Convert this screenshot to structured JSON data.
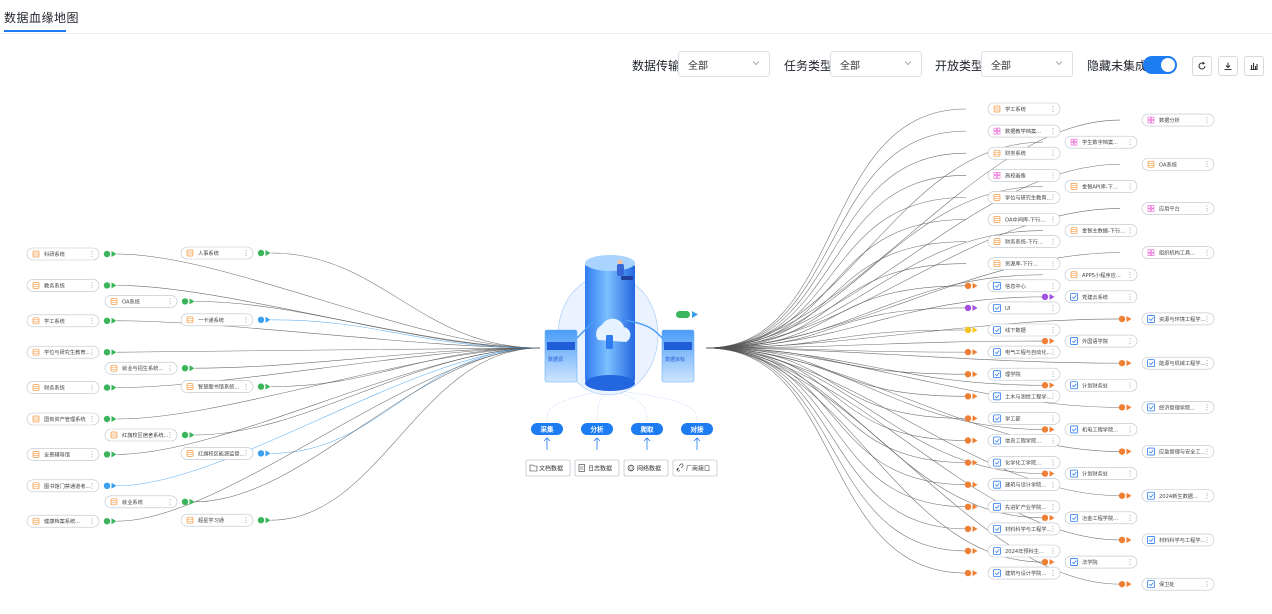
{
  "page": {
    "tab_title": "数据血缘地图"
  },
  "filters": {
    "transfer_label": "数据传输",
    "transfer_value": "全部",
    "task_label": "任务类型",
    "task_value": "全部",
    "open_label": "开放类型",
    "open_value": "全部",
    "hide_label": "隐藏未集成",
    "hide_enabled": true
  },
  "colors": {
    "accent": "#1e7cf2",
    "green": "#3bb55b",
    "orange": "#f07f36",
    "purple": "#a34fe0",
    "yellow": "#f5c31b",
    "blue": "#3aa0f0",
    "node_orange": "#f39a43",
    "node_pink": "#e85ed1",
    "node_blue": "#2e7ef0"
  },
  "center": {
    "left_server_label": "数据源",
    "right_server_label": "数据目标",
    "actions": [
      "采集",
      "分析",
      "爬取",
      "对接"
    ],
    "sources": [
      {
        "label": "文档数据",
        "icon": "folder-icon"
      },
      {
        "label": "日志数据",
        "icon": "document-icon"
      },
      {
        "label": "网络数据",
        "icon": "globe-icon"
      },
      {
        "label": "厂商接口",
        "icon": "link-icon"
      }
    ]
  },
  "left_nodes": [
    {
      "label": "科研系统",
      "icon": "db",
      "badge": "green"
    },
    {
      "label": "人事系统",
      "icon": "db",
      "badge": "green"
    },
    {
      "label": "教务系统",
      "icon": "db",
      "badge": "green"
    },
    {
      "label": "OA系统",
      "icon": "db",
      "badge": "green"
    },
    {
      "label": "学工系统",
      "icon": "db",
      "badge": "green"
    },
    {
      "label": "一卡通系统",
      "icon": "db",
      "badge": "blue"
    },
    {
      "label": "学位与研究生教育...",
      "icon": "db",
      "badge": "green"
    },
    {
      "label": "就业与招生系统...",
      "icon": "db",
      "badge": "green"
    },
    {
      "label": "财务系统",
      "icon": "db",
      "badge": "green"
    },
    {
      "label": "智慧图书馆系统...",
      "icon": "db",
      "badge": "green"
    },
    {
      "label": "国有资产管理系统",
      "icon": "db",
      "badge": "green"
    },
    {
      "label": "红旗校区宿舍系统...",
      "icon": "db",
      "badge": "green"
    },
    {
      "label": "全景辅导馆",
      "icon": "db",
      "badge": "green"
    },
    {
      "label": "红旗校区能源监管...",
      "icon": "db",
      "badge": "blue"
    },
    {
      "label": "图书馆门禁通道考...",
      "icon": "db",
      "badge": "blue"
    },
    {
      "label": "就业系统",
      "icon": "db",
      "badge": "green"
    },
    {
      "label": "健康档案系统...",
      "icon": "db",
      "badge": "green"
    },
    {
      "label": "超星学习通",
      "icon": "db",
      "badge": "green"
    }
  ],
  "right_nodes": [
    {
      "label": "学工系统",
      "icon": "db",
      "badge": "none"
    },
    {
      "label": "数据分析",
      "icon": "grid",
      "badge": "none"
    },
    {
      "label": "数据教学档案...",
      "icon": "grid",
      "badge": "none"
    },
    {
      "label": "学生数字档案...",
      "icon": "grid",
      "badge": "none"
    },
    {
      "label": "财务系统",
      "icon": "db",
      "badge": "none"
    },
    {
      "label": "OA系统",
      "icon": "db",
      "badge": "none"
    },
    {
      "label": "高校画像",
      "icon": "grid",
      "badge": "none"
    },
    {
      "label": "金智API库-下...",
      "icon": "db",
      "badge": "none"
    },
    {
      "label": "学位与研究生教育...",
      "icon": "db",
      "badge": "none"
    },
    {
      "label": "应用平台",
      "icon": "grid",
      "badge": "none"
    },
    {
      "label": "OA中间库-下行...",
      "icon": "db",
      "badge": "none"
    },
    {
      "label": "金智主数据-下行...",
      "icon": "db",
      "badge": "none"
    },
    {
      "label": "财务系统-下行...",
      "icon": "db",
      "badge": "none"
    },
    {
      "label": "组织机构工具...",
      "icon": "grid",
      "badge": "none"
    },
    {
      "label": "资源库-下行...",
      "icon": "db",
      "badge": "none"
    },
    {
      "label": "APP5小程序应...",
      "icon": "db",
      "badge": "none"
    },
    {
      "label": "信息中心",
      "icon": "blue",
      "badge": "orange"
    },
    {
      "label": "党建云系统",
      "icon": "blue",
      "badge": "purple"
    },
    {
      "label": "UI",
      "icon": "blue",
      "badge": "purple"
    },
    {
      "label": "资源与环境工程学...",
      "icon": "blue",
      "badge": "orange"
    },
    {
      "label": "线下数据",
      "icon": "blue",
      "badge": "yellow"
    },
    {
      "label": "外国语学院",
      "icon": "blue",
      "badge": "orange"
    },
    {
      "label": "电气工程与自动化...",
      "icon": "blue",
      "badge": "orange"
    },
    {
      "label": "能源与机械工程学...",
      "icon": "blue",
      "badge": "orange"
    },
    {
      "label": "理学院",
      "icon": "blue",
      "badge": "orange"
    },
    {
      "label": "计划财务处",
      "icon": "blue",
      "badge": "orange"
    },
    {
      "label": "土木与测绘工程学...",
      "icon": "blue",
      "badge": "orange"
    },
    {
      "label": "经济管理学院...",
      "icon": "blue",
      "badge": "orange"
    },
    {
      "label": "学工部",
      "icon": "blue",
      "badge": "orange"
    },
    {
      "label": "机电工程学院...",
      "icon": "blue",
      "badge": "orange"
    },
    {
      "label": "信息工程学院...",
      "icon": "blue",
      "badge": "orange"
    },
    {
      "label": "应急管理与安全工...",
      "icon": "blue",
      "badge": "orange"
    },
    {
      "label": "化学化工学院...",
      "icon": "blue",
      "badge": "orange"
    },
    {
      "label": "计划财务处",
      "icon": "blue",
      "badge": "orange"
    },
    {
      "label": "建筑与设计学院...",
      "icon": "blue",
      "badge": "orange"
    },
    {
      "label": "2024新生数据...",
      "icon": "blue",
      "badge": "orange"
    },
    {
      "label": "先进矿产业学院...",
      "icon": "blue",
      "badge": "orange"
    },
    {
      "label": "冶金工程学院...",
      "icon": "blue",
      "badge": "orange"
    },
    {
      "label": "材料科学与工程学...",
      "icon": "blue",
      "badge": "orange"
    },
    {
      "label": "材料科学与工程学...",
      "icon": "blue",
      "badge": "orange"
    },
    {
      "label": "2024年预科生...",
      "icon": "blue",
      "badge": "orange"
    },
    {
      "label": "法学院",
      "icon": "blue",
      "badge": "orange"
    },
    {
      "label": "建筑与设计学院...",
      "icon": "blue",
      "badge": "orange"
    },
    {
      "label": "保卫处",
      "icon": "blue",
      "badge": "orange"
    }
  ]
}
